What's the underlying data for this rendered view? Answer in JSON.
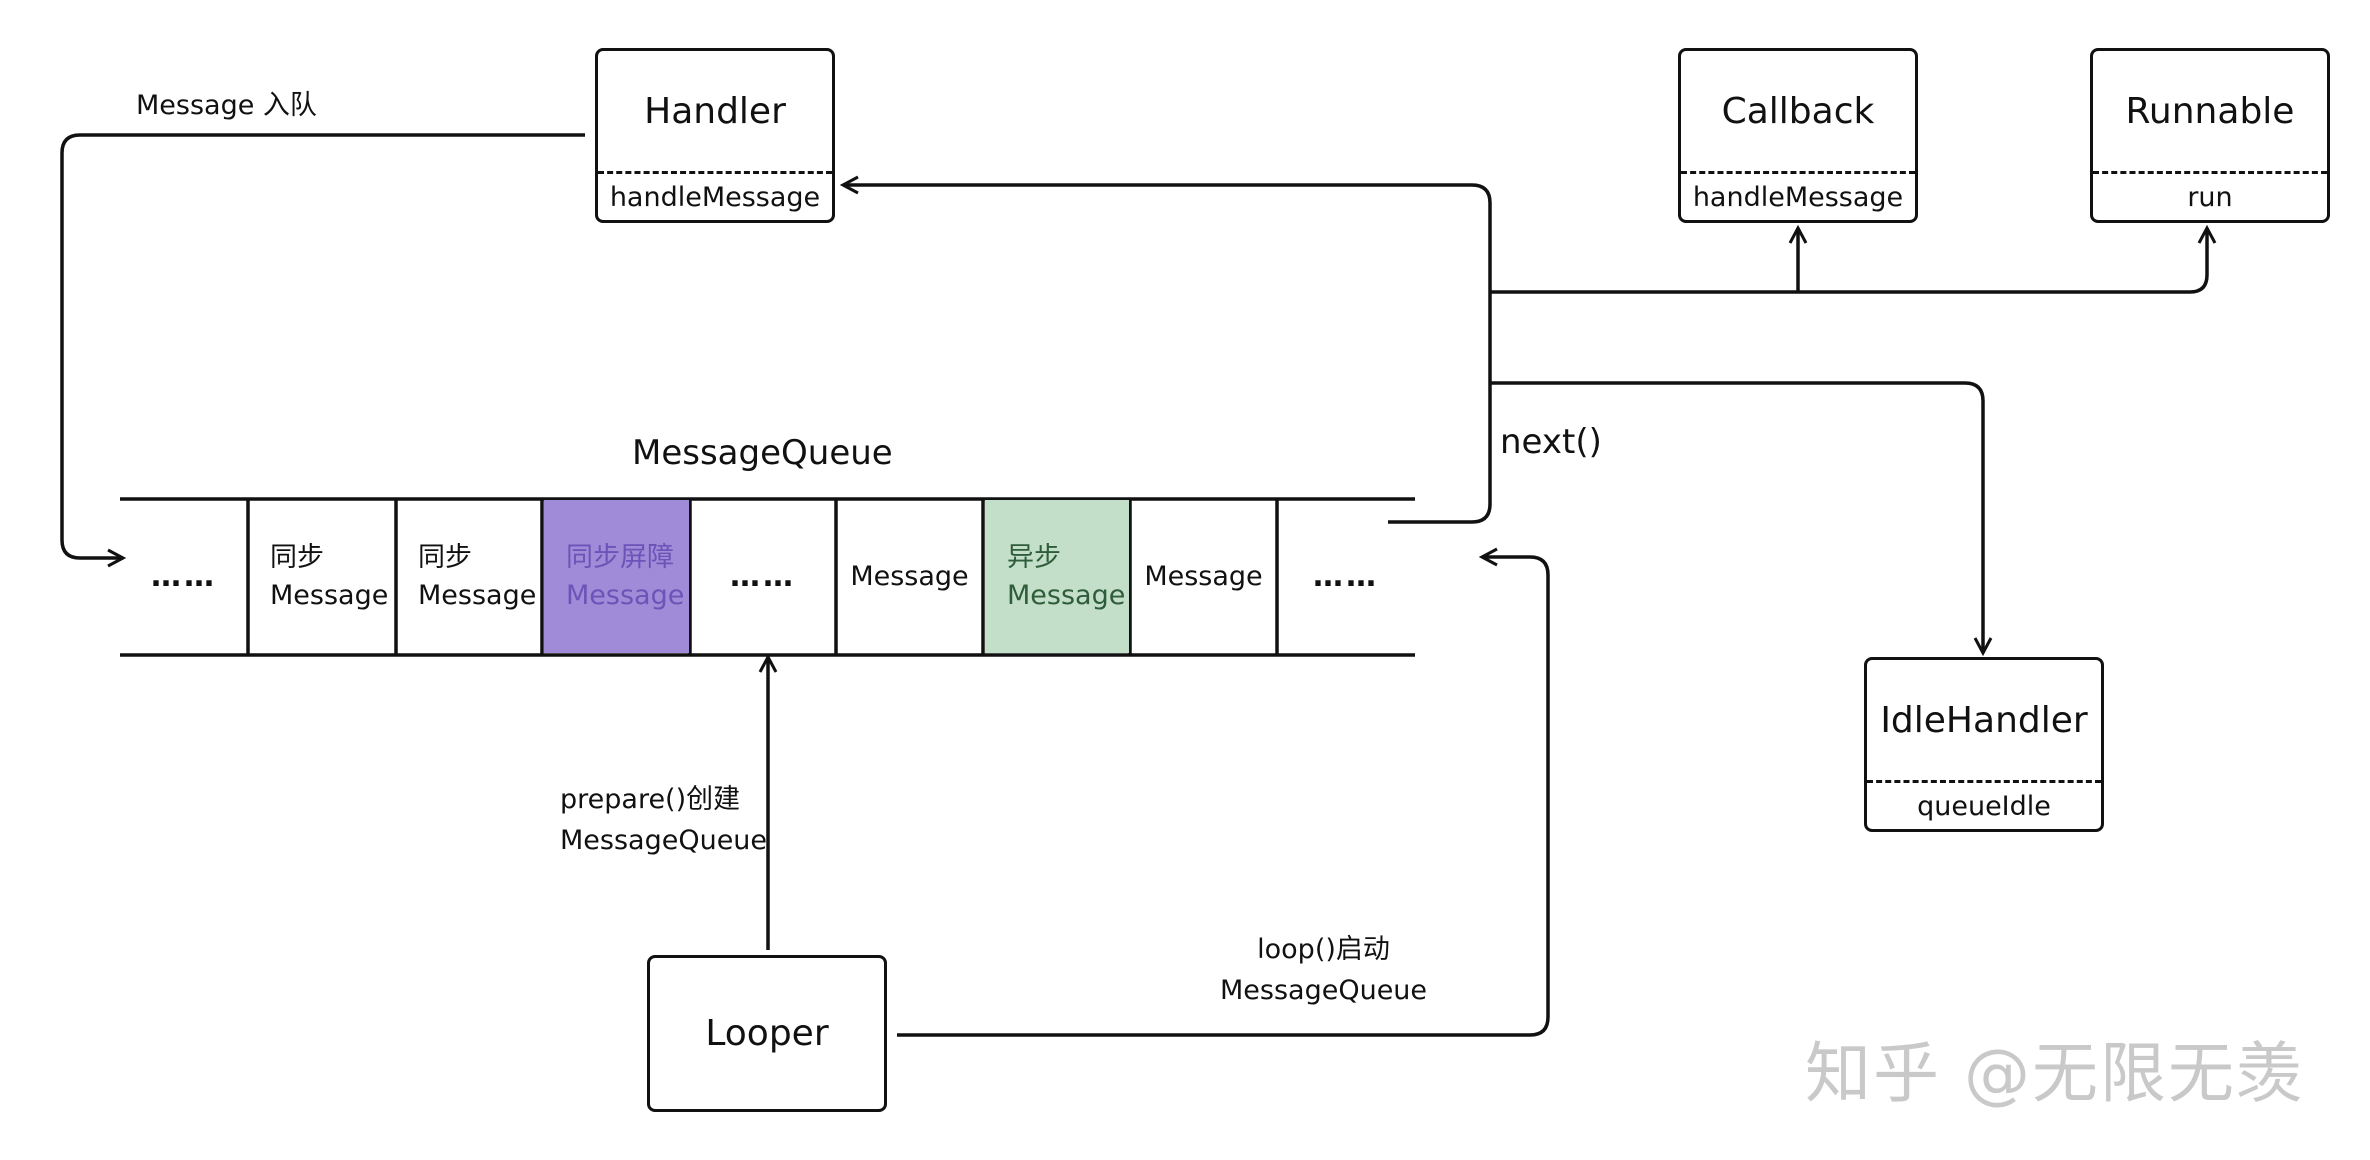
{
  "boxes": {
    "handler": {
      "title": "Handler",
      "method": "handleMessage"
    },
    "callback": {
      "title": "Callback",
      "method": "handleMessage"
    },
    "runnable": {
      "title": "Runnable",
      "method": "run"
    },
    "idlehandler": {
      "title": "IdleHandler",
      "method": "queueIdle"
    },
    "looper": {
      "title": "Looper"
    }
  },
  "queue": {
    "title": "MessageQueue",
    "cells": [
      {
        "kind": "dots",
        "lines": [
          "……"
        ]
      },
      {
        "kind": "sync",
        "lines": [
          "同步",
          "Message"
        ]
      },
      {
        "kind": "sync",
        "lines": [
          "同步",
          "Message"
        ]
      },
      {
        "kind": "barrier",
        "lines": [
          "同步屏障",
          "Message"
        ]
      },
      {
        "kind": "dots",
        "lines": [
          "……"
        ]
      },
      {
        "kind": "message",
        "lines": [
          "Message"
        ]
      },
      {
        "kind": "async",
        "lines": [
          "异步",
          "Message"
        ]
      },
      {
        "kind": "message",
        "lines": [
          "Message"
        ]
      },
      {
        "kind": "dots",
        "lines": [
          "……"
        ]
      }
    ],
    "barrier_color": "#a08bd8",
    "async_color": "#c3dfc9"
  },
  "labels": {
    "enqueue": "Message 入队",
    "next": "next()",
    "prepare": [
      "prepare()创建",
      "MessageQueue"
    ],
    "loop": [
      "loop()启动",
      "MessageQueue"
    ]
  },
  "watermark": "知乎 @无限无羡"
}
